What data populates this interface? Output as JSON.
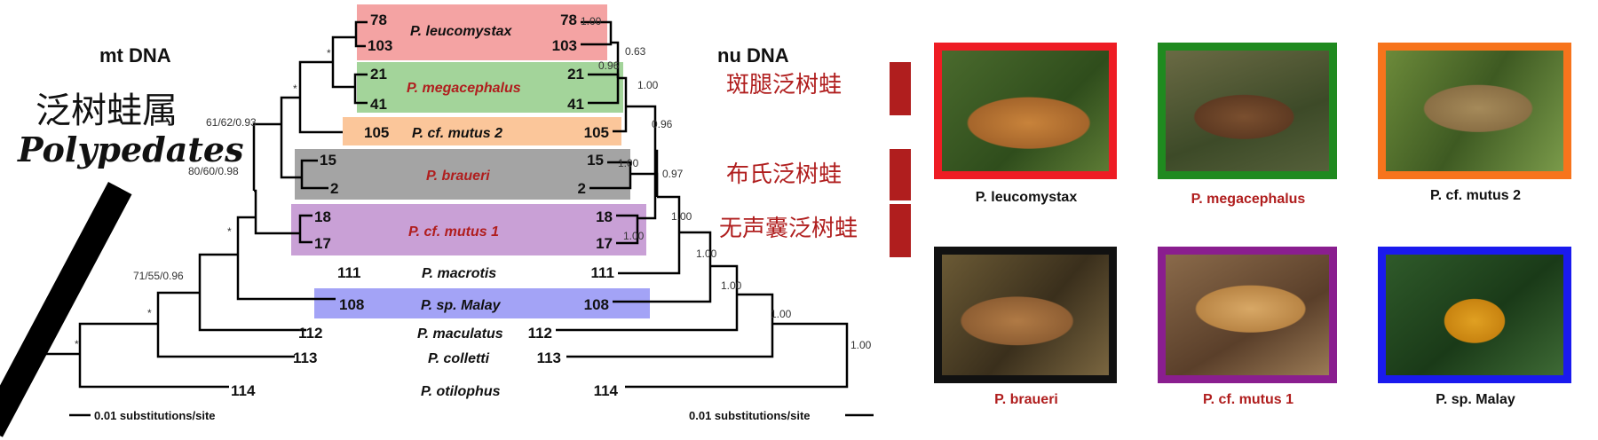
{
  "genus": {
    "chinese": "泛树蛙属",
    "latin": "Polypedates"
  },
  "left_tree": {
    "heading": "mt DNA"
  },
  "right_tree": {
    "heading": "nu DNA"
  },
  "scale_label": "0.01 substitutions/site",
  "taxa": {
    "leucomystax": "P. leucomystax",
    "megacephalus": "P. megacephalus",
    "mutus2": "P. cf. mutus 2",
    "braueri": "P. braueri",
    "mutus1": "P. cf. mutus 1",
    "macrotis": "P. macrotis",
    "malay": "P. sp. Malay",
    "maculatus": "P. maculatus",
    "colletti": "P. colletti",
    "otilophus": "P. otilophus"
  },
  "tips": {
    "leuco_a": "78",
    "leuco_b": "103",
    "mega_a": "21",
    "mega_b": "41",
    "mutus2": "105",
    "braueri_a": "15",
    "braueri_b": "2",
    "mutus1_a": "18",
    "mutus1_b": "17",
    "macrotis": "111",
    "malay": "108",
    "maculatus": "112",
    "colletti": "113",
    "otilophus": "114"
  },
  "mt_support": {
    "n1": "61/62/0.93",
    "n2": "80/60/0.98",
    "n3": "71/55/0.96",
    "star": "*"
  },
  "nu_support": {
    "s_leuco": "1.00",
    "s_mega": "0.96",
    "s_063": "0.63",
    "s_100a": "1.00",
    "s_096": "0.96",
    "s_braueri": "1.00",
    "s_097": "0.97",
    "s_100b": "1.00",
    "s_mutus1": "1.00",
    "s_100c": "1.00",
    "s_100d": "1.00",
    "s_100e": "1.00",
    "s_root": "1.00"
  },
  "chinese_names": {
    "leuco": "斑腿泛树蛙",
    "braueri": "布氏泛树蛙",
    "mutus1": "无声囊泛树蛙"
  },
  "colors": {
    "leucomystax": "#f4a3a3",
    "megacephalus": "#a3d49a",
    "mutus2": "#fbc69a",
    "braueri": "#a4a4a4",
    "mutus1": "#c9a0d6",
    "malay": "#a3a3f6",
    "red_text": "#b01e1e",
    "marker": "#b01e1e",
    "frame_red": "#ee1c24",
    "frame_green": "#1f8a1f",
    "frame_orange": "#f7741c",
    "frame_black": "#111111",
    "frame_purple": "#8a1e8f",
    "frame_blue": "#1a1aee"
  },
  "photos": [
    {
      "caption": "P. leucomystax",
      "frame": "frame_red",
      "icon": "frog-photo",
      "cap_color": "#111111"
    },
    {
      "caption": "P. megacephalus",
      "frame": "frame_green",
      "icon": "frog-photo",
      "cap_color": "#b01e1e"
    },
    {
      "caption": "P. cf. mutus 2",
      "frame": "frame_orange",
      "icon": "frog-photo",
      "cap_color": "#111111"
    },
    {
      "caption": "P. braueri",
      "frame": "frame_black",
      "icon": "frog-photo",
      "cap_color": "#b01e1e"
    },
    {
      "caption": "P. cf. mutus 1",
      "frame": "frame_purple",
      "icon": "frog-photo",
      "cap_color": "#b01e1e"
    },
    {
      "caption": "P. sp. Malay",
      "frame": "frame_blue",
      "icon": "frog-photo",
      "cap_color": "#111111"
    }
  ]
}
